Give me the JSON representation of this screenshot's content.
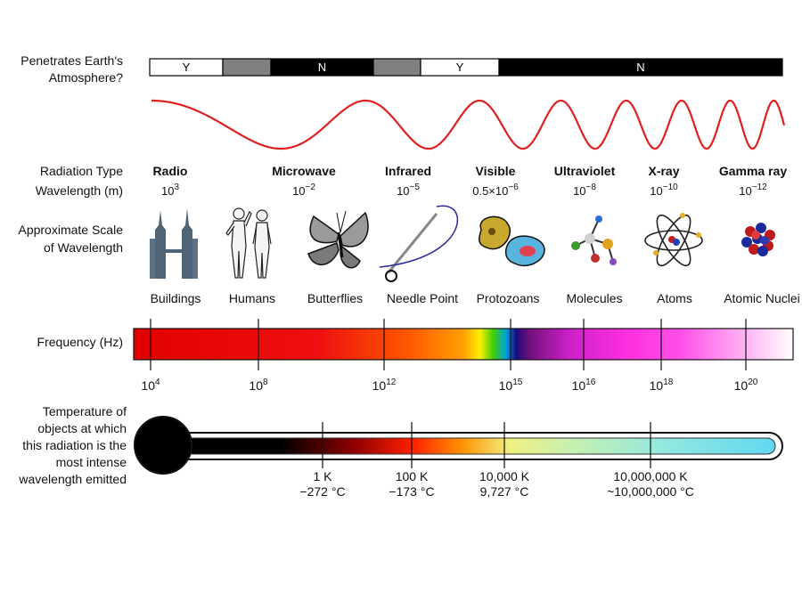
{
  "atmosphere": {
    "label_line1": "Penetrates Earth's",
    "label_line2": "Atmosphere?",
    "segments": [
      {
        "text": "Y",
        "fill": "#ffffff",
        "fg": "#000000"
      },
      {
        "text": "",
        "fill": "#808080",
        "fg": "#000000"
      },
      {
        "text": "N",
        "fill": "#000000",
        "fg": "#ffffff"
      },
      {
        "text": "",
        "fill": "#808080",
        "fg": "#000000"
      },
      {
        "text": "Y",
        "fill": "#ffffff",
        "fg": "#000000"
      },
      {
        "text": "N",
        "fill": "#000000",
        "fg": "#ffffff"
      }
    ]
  },
  "wave_color": "#e02020",
  "row_labels": {
    "radiation_type": "Radiation Type",
    "wavelength": "Wavelength (m)",
    "scale_line1": "Approximate Scale",
    "scale_line2": "of Wavelength",
    "frequency": "Frequency (Hz)",
    "temp_line1": "Temperature of",
    "temp_line2": "objects at which",
    "temp_line3": "this radiation is the",
    "temp_line4": "most intense",
    "temp_line5": "wavelength emitted"
  },
  "radiation_types": [
    {
      "name": "Radio",
      "wl_base": "10",
      "wl_exp": "3"
    },
    {
      "name": "Microwave",
      "wl_base": "10",
      "wl_exp": "−2"
    },
    {
      "name": "Infrared",
      "wl_base": "10",
      "wl_exp": "−5"
    },
    {
      "name": "Visible",
      "wl_base": "0.5×10",
      "wl_exp": "−6"
    },
    {
      "name": "Ultraviolet",
      "wl_base": "10",
      "wl_exp": "−8"
    },
    {
      "name": "X-ray",
      "wl_base": "10",
      "wl_exp": "−10"
    },
    {
      "name": "Gamma ray",
      "wl_base": "10",
      "wl_exp": "−12"
    }
  ],
  "scale_objects": [
    {
      "label": "Buildings",
      "icon": "buildings-icon"
    },
    {
      "label": "Humans",
      "icon": "humans-icon"
    },
    {
      "label": "Butterflies",
      "icon": "butterfly-icon"
    },
    {
      "label": "Needle Point",
      "icon": "needle-icon"
    },
    {
      "label": "Protozoans",
      "icon": "protozoan-icon"
    },
    {
      "label": "Molecules",
      "icon": "molecule-icon"
    },
    {
      "label": "Atoms",
      "icon": "atom-icon"
    },
    {
      "label": "Atomic Nuclei",
      "icon": "nucleus-icon"
    }
  ],
  "frequency_ticks": [
    {
      "base": "10",
      "exp": "4"
    },
    {
      "base": "10",
      "exp": "8"
    },
    {
      "base": "10",
      "exp": "12"
    },
    {
      "base": "10",
      "exp": "15"
    },
    {
      "base": "10",
      "exp": "16"
    },
    {
      "base": "10",
      "exp": "18"
    },
    {
      "base": "10",
      "exp": "20"
    }
  ],
  "temperature_ticks": [
    {
      "kelvin": "1 K",
      "celsius": "−272 °C"
    },
    {
      "kelvin": "100 K",
      "celsius": "−173 °C"
    },
    {
      "kelvin": "10,000 K",
      "celsius": "9,727 °C"
    },
    {
      "kelvin": "10,000,000 K",
      "celsius": "~10,000,000 °C"
    }
  ]
}
